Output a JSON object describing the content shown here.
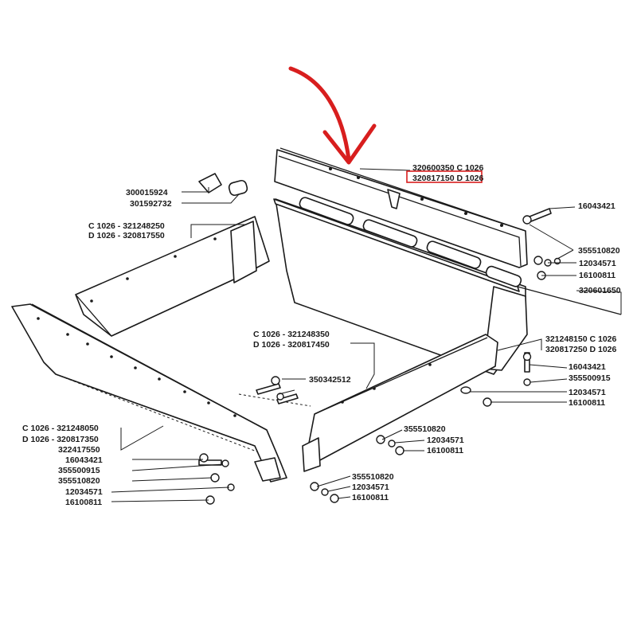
{
  "highlight_color": "#d81e1e",
  "labels": {
    "l1": "320600350 C 1026",
    "l2": "320817150 D 1026",
    "l3": "16043421",
    "l4": "355510820",
    "l5": "12034571",
    "l6": "16100811",
    "l7": "320601650",
    "l8": "300015924",
    "l9": "301592732",
    "l10": "C 1026  - 321248250",
    "l11": "D 1026 - 320817550",
    "l12": "C 1026 - 321248350",
    "l13": "D 1026 - 320817450",
    "l14": "350342512",
    "l15": "321248150 C 1026",
    "l16": "320817250 D 1026",
    "l17": "16043421",
    "l18": "355500915",
    "l19": "12034571",
    "l20": "16100811",
    "l21": "C 1026 - 321248050",
    "l22": "D 1026 - 320817350",
    "l23": "322417550",
    "l24": "16043421",
    "l25": "355500915",
    "l26": "355510820",
    "l27": "12034571",
    "l28": "16100811",
    "l29": "355510820",
    "l30": "12034571",
    "l31": "16100811",
    "l32": "355510820",
    "l33": "12034571",
    "l34": "16100811"
  }
}
